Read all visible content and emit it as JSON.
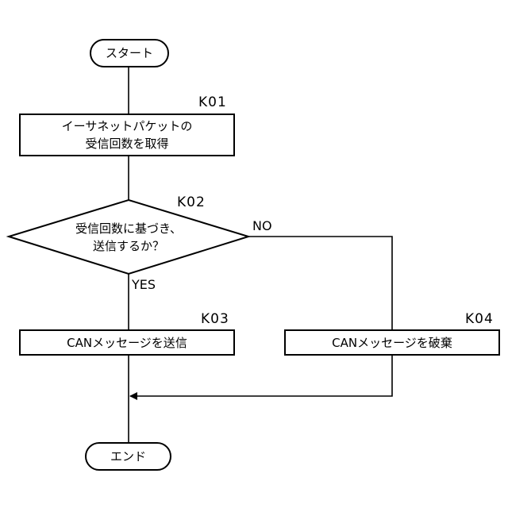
{
  "flowchart": {
    "start": "スタート",
    "end": "エンド",
    "steps": {
      "k01": {
        "id": "K01",
        "text": "イーサネットパケットの\n受信回数を取得"
      },
      "k02": {
        "id": "K02",
        "text": "受信回数に基づき、\n送信するか？"
      },
      "k03": {
        "id": "K03",
        "text": "CANメッセージを送信"
      },
      "k04": {
        "id": "K04",
        "text": "CANメッセージを破棄"
      }
    },
    "branches": {
      "yes": "YES",
      "no": "NO"
    }
  }
}
